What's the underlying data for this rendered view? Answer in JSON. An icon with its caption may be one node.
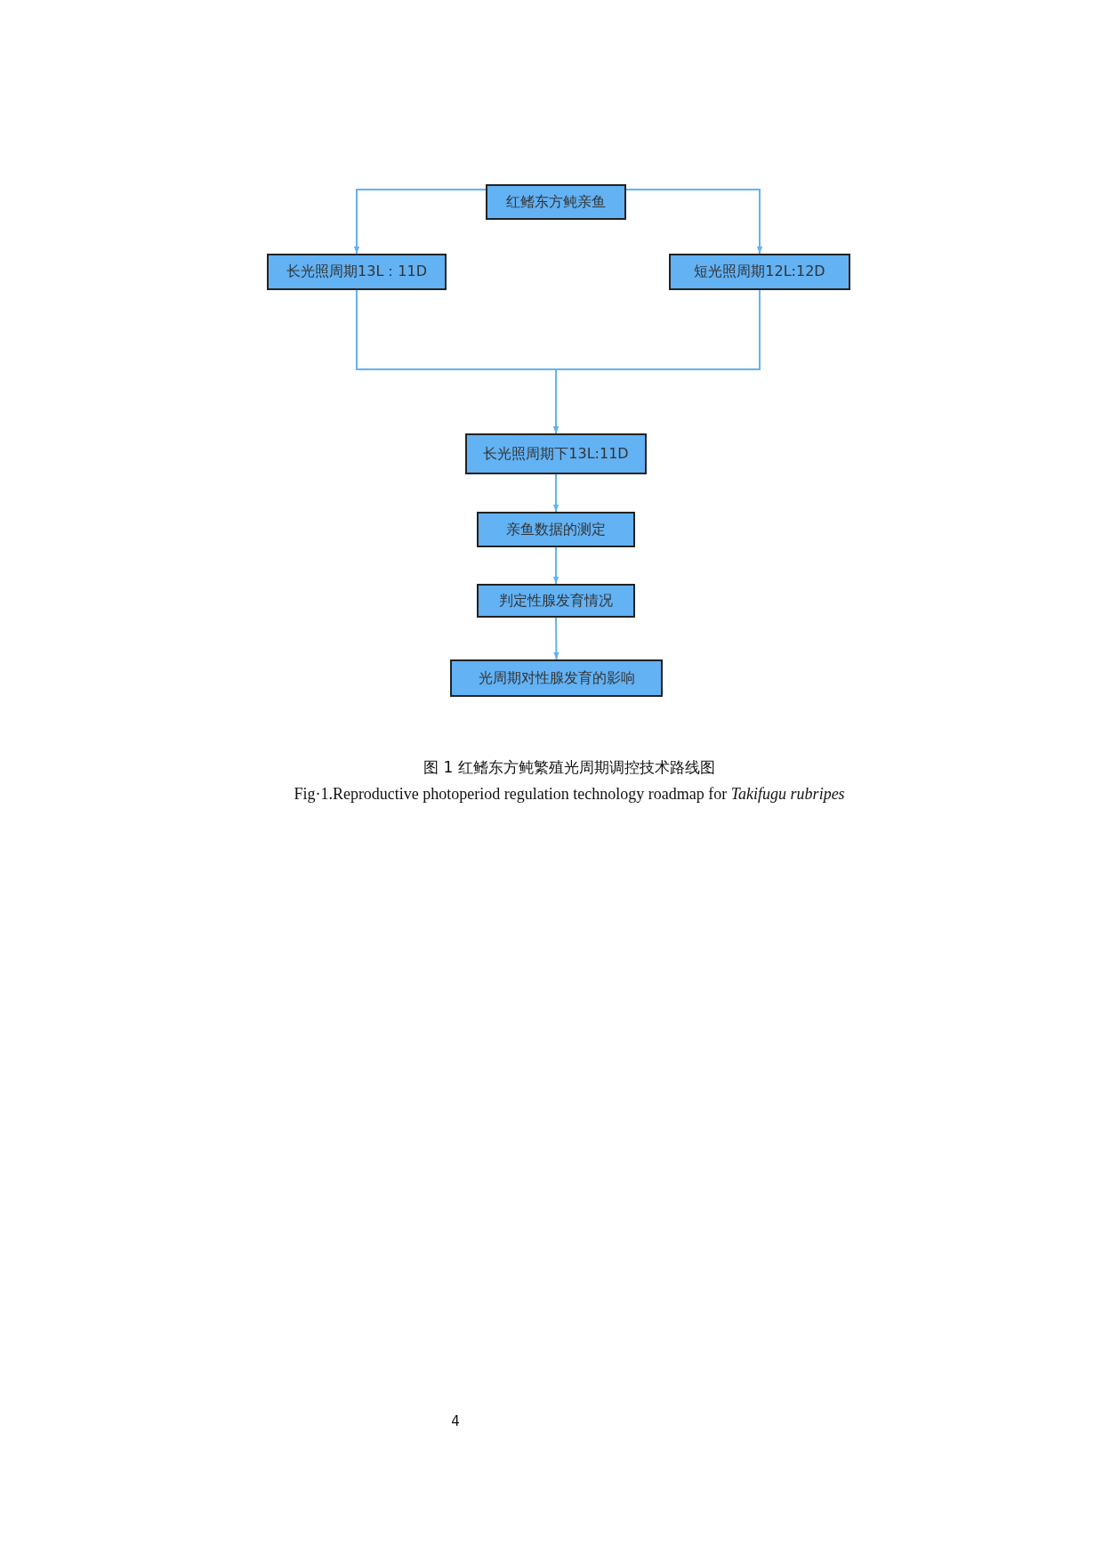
{
  "diagram": {
    "caption": "图 1 红鳍东方鲀繁殖光周期调控技术路线图",
    "nodes": [
      {
        "text": [
          "红鳍东方鲀亲鱼"
        ]
      },
      {
        "text": [
          "长光照周期13L：11D"
        ]
      },
      {
        "text": [
          "短光照周期12L:12D"
        ]
      },
      {
        "text": [
          "长光照周期下13L:11D"
        ]
      },
      {
        "text": [
          "亲鱼数据的测定"
        ]
      },
      {
        "text": [
          "判定性腺发育情况"
        ]
      },
      {
        "text": [
          "光周期对性腺发育的影响"
        ]
      }
    ],
    "edges": [
      {
        "from": 0,
        "to": 1,
        "arrow": "to"
      },
      {
        "from": 0,
        "to": 2,
        "arrow": "to"
      },
      {
        "from": 1,
        "to": 3,
        "arrow": "to"
      },
      {
        "from": 2,
        "to": 3,
        "arrow": "to"
      },
      {
        "from": 3,
        "to": 4,
        "arrow": "to"
      },
      {
        "from": 4,
        "to": 5,
        "arrow": "to"
      },
      {
        "from": 5,
        "to": 6,
        "arrow": "to"
      }
    ],
    "labels": [
      "Fig·1.Reproductive photoperiod regulation technology roadmap for *Takifugu rubripes*",
      "4"
    ]
  }
}
